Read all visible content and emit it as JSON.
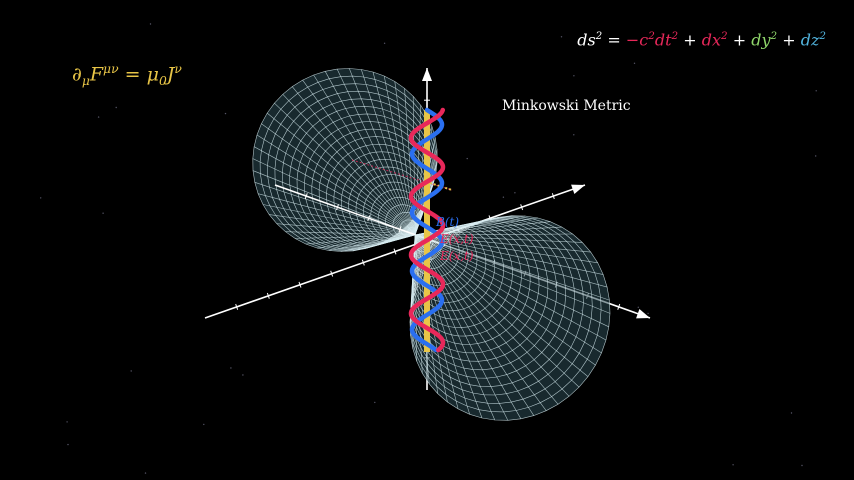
{
  "equations": {
    "maxwell": {
      "lhs": "∂",
      "lhs_sub": "μ",
      "field": "F",
      "field_sup": "μν",
      "eq": " = ",
      "rhs": "μ",
      "rhs_sub": "0",
      "current": "J",
      "current_sup": "ν"
    },
    "metric": {
      "ds": "ds",
      "ds_sup": "2",
      "eq": " = ",
      "t_term": "−c",
      "t_sup1": "2",
      "t_dt": "dt",
      "t_sup2": "2",
      "plus1": " + ",
      "x_term": "dx",
      "x_sup": "2",
      "plus2": " + ",
      "y_term": "dy",
      "y_sup": "2",
      "plus3": " + ",
      "z_term": "dz",
      "z_sup": "2"
    }
  },
  "title": "Minkowski Metric",
  "field_labels": {
    "b": "B(t)",
    "e": "E(x,t)",
    "e2": "E(x,t)"
  },
  "colors": {
    "background": "#000000",
    "gold": "#e8c547",
    "red": "#e8285a",
    "blue": "#2a6ff0",
    "cone_mesh": "#d8eef2",
    "axis": "#ffffff",
    "metric_t": "#e8285a",
    "metric_x": "#e8285a",
    "metric_y": "#8fd66a",
    "metric_z": "#52b6e0"
  }
}
